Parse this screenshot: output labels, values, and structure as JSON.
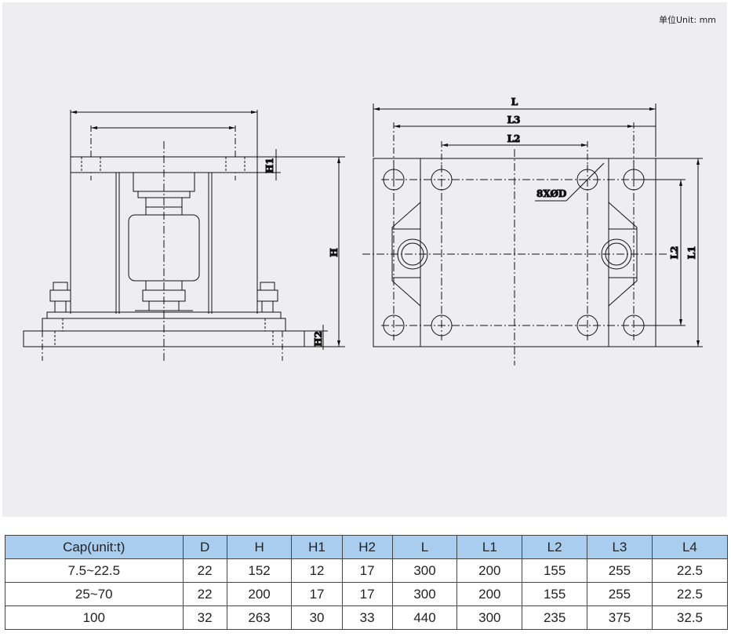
{
  "unit_note": "单位Unit: mm",
  "labels": {
    "L": "L",
    "L1": "L1",
    "L2": "L2",
    "L3": "L3",
    "H": "H",
    "H1": "H1",
    "H2": "H2",
    "holes": "8XØD"
  },
  "table": {
    "headers": [
      "Cap(unit:t)",
      "D",
      "H",
      "H1",
      "H2",
      "L",
      "L1",
      "L2",
      "L3",
      "L4"
    ],
    "rows": [
      [
        "7.5~22.5",
        "22",
        "152",
        "12",
        "17",
        "300",
        "200",
        "155",
        "255",
        "22.5"
      ],
      [
        "25~70",
        "22",
        "200",
        "17",
        "17",
        "300",
        "200",
        "155",
        "255",
        "22.5"
      ],
      [
        "100",
        "32",
        "263",
        "30",
        "33",
        "440",
        "300",
        "235",
        "375",
        "32.5"
      ]
    ]
  },
  "colors": {
    "header_bg": "#a9cdee",
    "panel_bg": "#eeeef0"
  }
}
